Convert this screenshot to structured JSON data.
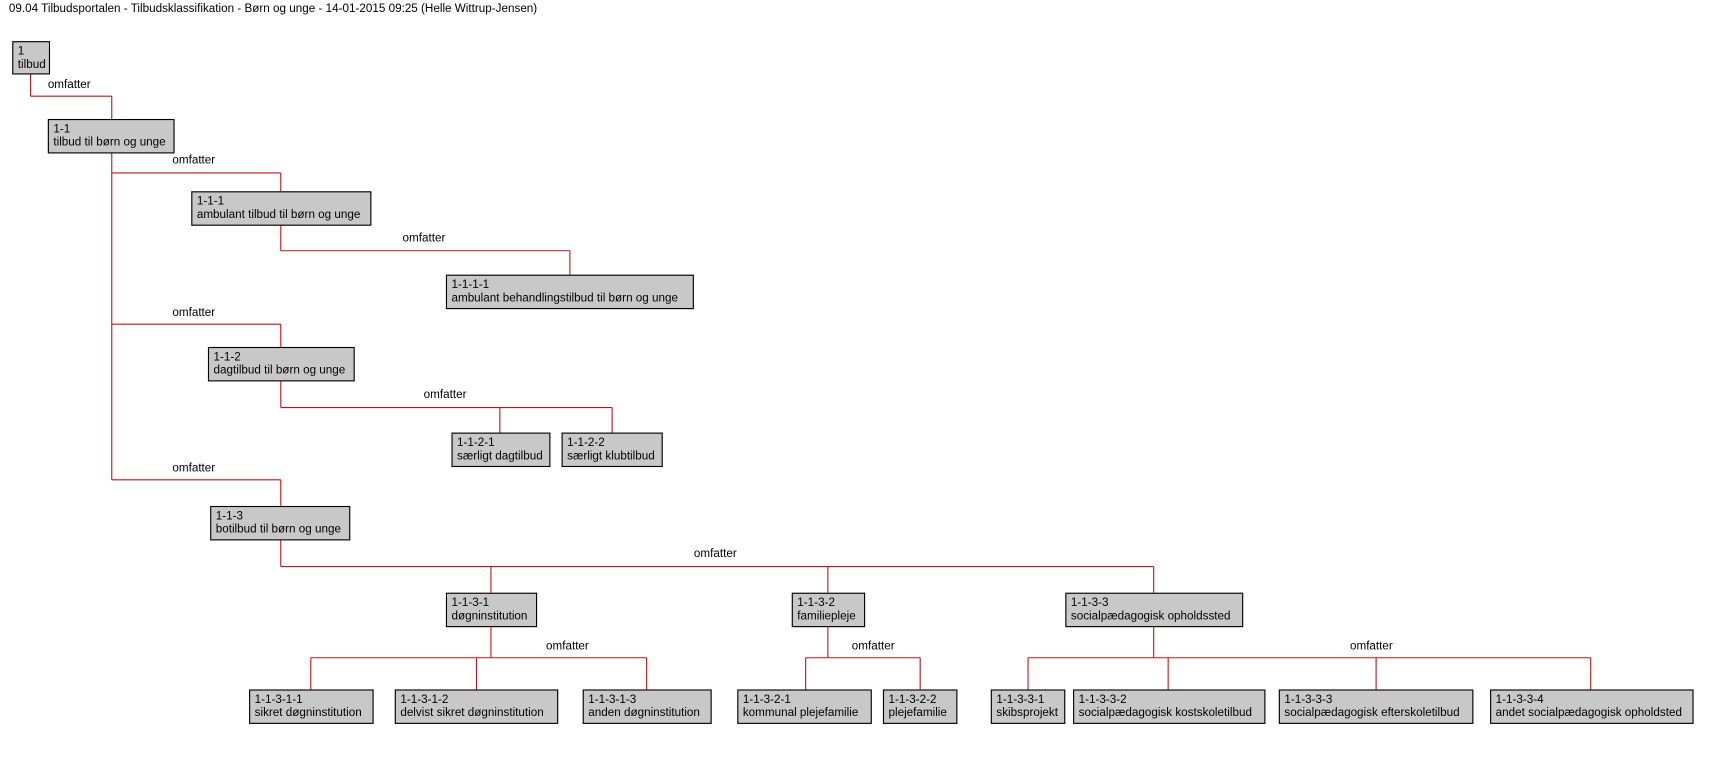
{
  "title": "09.04 Tilbudsportalen - Tilbudsklassifikation - Børn og unge - 14-01-2015 09:25 (Helle Wittrup-Jensen)",
  "relation_label": "omfatter",
  "line_color": "#c0141c",
  "nodes": [
    {
      "code": "1",
      "name": "tilbud"
    },
    {
      "code": "1-1",
      "name": "tilbud til børn og unge"
    },
    {
      "code": "1-1-1",
      "name": "ambulant tilbud til børn og unge"
    },
    {
      "code": "1-1-1-1",
      "name": "ambulant behandlingstilbud til børn og unge"
    },
    {
      "code": "1-1-2",
      "name": "dagtilbud til børn og unge"
    },
    {
      "code": "1-1-2-1",
      "name": "særligt dagtilbud"
    },
    {
      "code": "1-1-2-2",
      "name": "særligt klubtilbud"
    },
    {
      "code": "1-1-3",
      "name": "botilbud til børn og unge"
    },
    {
      "code": "1-1-3-1",
      "name": "døgninstitution"
    },
    {
      "code": "1-1-3-2",
      "name": "familiepleje"
    },
    {
      "code": "1-1-3-3",
      "name": "socialpædagogisk opholdssted"
    },
    {
      "code": "1-1-3-1-1",
      "name": "sikret døgninstitution"
    },
    {
      "code": "1-1-3-1-2",
      "name": "delvist sikret døgninstitution"
    },
    {
      "code": "1-1-3-1-3",
      "name": "anden døgninstitution"
    },
    {
      "code": "1-1-3-2-1",
      "name": "kommunal plejefamilie"
    },
    {
      "code": "1-1-3-2-2",
      "name": "plejefamilie"
    },
    {
      "code": "1-1-3-3-1",
      "name": "skibsprojekt"
    },
    {
      "code": "1-1-3-3-2",
      "name": "socialpædagogisk kostskoletilbud"
    },
    {
      "code": "1-1-3-3-3",
      "name": "socialpædagogisk efterskoletilbud"
    },
    {
      "code": "1-1-3-3-4",
      "name": "andet socialpædagogisk opholdsted"
    }
  ]
}
